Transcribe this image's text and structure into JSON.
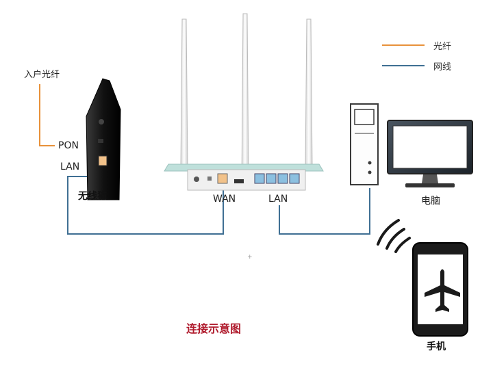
{
  "legend": [
    {
      "label": "光纤",
      "color": "#e8913a"
    },
    {
      "label": "网线",
      "color": "#3f6f93"
    }
  ],
  "modem": {
    "fiber_in_label": "入户光纤",
    "pon_label": "PON",
    "lan_label": "LAN",
    "device_label": "无线猫"
  },
  "router": {
    "wan_label": "WAN",
    "lan_label": "LAN"
  },
  "computer": {
    "label": "电脑"
  },
  "phone": {
    "label": "手机"
  },
  "caption": {
    "text": "连接示意图",
    "color": "#b01c2e"
  }
}
